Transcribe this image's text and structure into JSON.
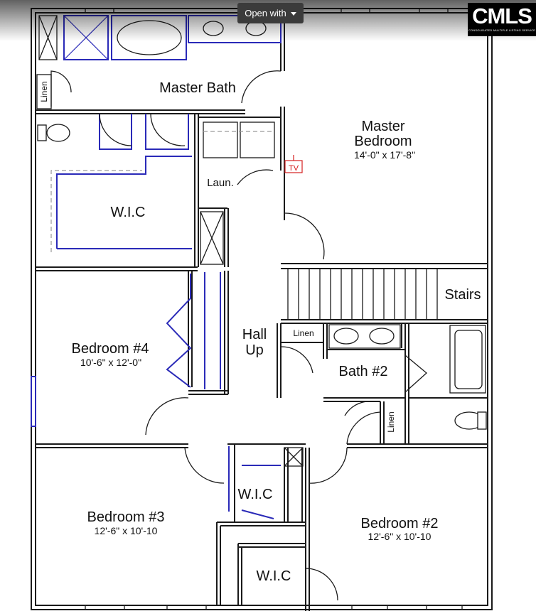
{
  "viewer": {
    "open_with_label": "Open with"
  },
  "logo": {
    "word": "CMLS",
    "subtext": "CONSOLIDATED MULTIPLE LISTING SERVICE"
  },
  "rooms": {
    "master_bath": "Master Bath",
    "master_bedroom_line1": "Master",
    "master_bedroom_line2": "Bedroom",
    "master_bedroom_dim": "14'-0\" x 17'-8\"",
    "wic_master": "W.I.C",
    "laundry": "Laun.",
    "tv": "TV",
    "linen_master": "Linen",
    "stairs": "Stairs",
    "bedroom4": "Bedroom #4",
    "bedroom4_dim": "10'-6\" x 12'-0\"",
    "hall_line1": "Hall",
    "hall_line2": "Up",
    "linen_hall": "Linen",
    "bath2": "Bath #2",
    "linen_bath2": "Linen",
    "wic_small": "W.I.C",
    "bedroom3": "Bedroom #3",
    "bedroom3_dim": "12'-6\" x 10'-10",
    "bedroom2": "Bedroom #2",
    "bedroom2_dim": "12'-6\" x 10'-10",
    "wic_bottom": "W.I.C"
  },
  "colors": {
    "fixture_blue": "#2a2ab8",
    "tv_red": "#d62020",
    "wall": "#1a1a1a"
  }
}
